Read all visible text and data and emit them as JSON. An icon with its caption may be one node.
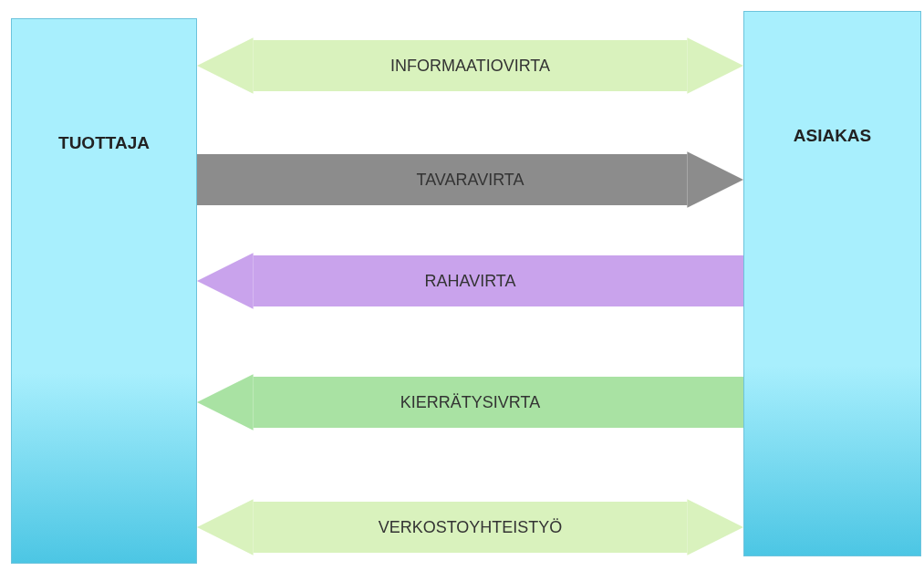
{
  "diagram": {
    "nodes": [
      {
        "text": [
          "TUOTTAJA"
        ]
      },
      {
        "text": [
          "ASIAKAS"
        ]
      }
    ],
    "edges": [
      {
        "from": 0,
        "to": 1,
        "arrow": "both",
        "label": "INFORMAATIOVIRTA",
        "color": "#d9f2bd"
      },
      {
        "from": 0,
        "to": 1,
        "arrow": "to",
        "label": "TAVARAVIRTA",
        "color": "#8c8c8c"
      },
      {
        "from": 1,
        "to": 0,
        "arrow": "to",
        "label": "RAHAVIRTA",
        "color": "#c9a3ec"
      },
      {
        "from": 1,
        "to": 0,
        "arrow": "to",
        "label": "KIERRÄTYSIVRTA",
        "color": "#a9e2a3"
      },
      {
        "from": 0,
        "to": 1,
        "arrow": "both",
        "label": "VERKOSTOYHTEISTYÖ",
        "color": "#d9f2bd"
      }
    ]
  }
}
